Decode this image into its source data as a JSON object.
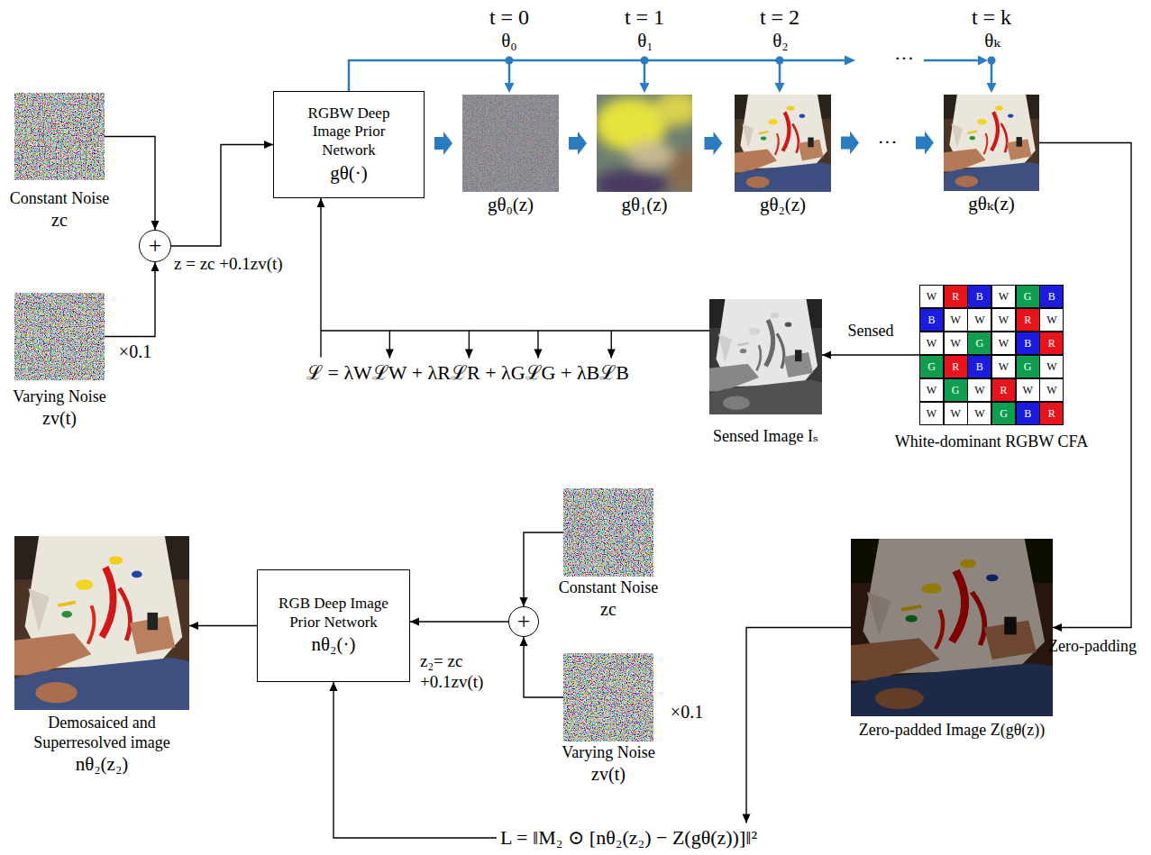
{
  "diagram": {
    "nodes": [
      {
        "text": [
          "Constant Noise",
          "zc"
        ]
      },
      {
        "text": [
          "+"
        ]
      },
      {
        "text": [
          "Varying Noise",
          "zv(t)"
        ]
      },
      {
        "text": [
          "RGBW Deep Image Prior Network",
          "gθ(·)"
        ]
      },
      {
        "text": [
          "gθ₀(z)"
        ]
      },
      {
        "text": [
          "gθ₁(z)"
        ]
      },
      {
        "text": [
          "gθ₂(z)"
        ]
      },
      {
        "text": [
          "gθₖ(z)"
        ]
      },
      {
        "text": [
          "Sensed Image Iₛ"
        ]
      },
      {
        "text": [
          "White-dominant RGBW CFA"
        ]
      },
      {
        "text": [
          "Zero-padded Image Z(gθ(z))"
        ]
      },
      {
        "text": [
          "Constant Noise",
          "zc"
        ]
      },
      {
        "text": [
          "+"
        ]
      },
      {
        "text": [
          "RGB Deep Image Prior Network",
          "nθ₂(·)"
        ]
      },
      {
        "text": [
          "Demosaiced and Superresolved image",
          "nθ₂(z₂)"
        ]
      },
      {
        "text": [
          "Varying Noise",
          "zv(t)"
        ]
      }
    ],
    "edges": [
      {
        "from": 0,
        "to": 1,
        "arrow": "to"
      },
      {
        "from": 2,
        "to": 1,
        "arrow": "to"
      },
      {
        "from": 1,
        "to": 3,
        "arrow": "to"
      },
      {
        "from": 3,
        "to": 4,
        "arrow": "to"
      },
      {
        "from": 4,
        "to": 5,
        "arrow": "to"
      },
      {
        "from": 5,
        "to": 6,
        "arrow": "to"
      },
      {
        "from": 6,
        "to": 7,
        "label": "···",
        "arrow": "to"
      },
      {
        "from": 7,
        "to": 10,
        "arrow": "to"
      },
      {
        "from": 9,
        "to": 8,
        "label": "Sensed",
        "arrow": "to"
      },
      {
        "from": 11,
        "to": 12,
        "arrow": "to"
      },
      {
        "from": 15,
        "to": 12,
        "arrow": "to"
      },
      {
        "from": 12,
        "to": 13,
        "arrow": "to"
      },
      {
        "from": 13,
        "to": 14,
        "arrow": "to"
      }
    ],
    "labels": [
      "t = 0",
      "t = 1",
      "t = 2",
      "t = k",
      "θ₀",
      "θ₁",
      "θ₂",
      "θₖ",
      "···",
      "×0.1",
      "z = zc +0.1zv(t)",
      "ℒ = λWℒW + λRℒR + λGℒG + λBℒB",
      "Zero-padding",
      "×0.1",
      "z₂= zc +0.1zv(t)",
      "L = ‖M₂ ⊙ [nθ₂(z₂) − Z(gθ(z))]‖²",
      "W",
      "R",
      "B",
      "W",
      "G",
      "B",
      "B",
      "W",
      "W",
      "W",
      "R",
      "W",
      "W",
      "W",
      "G",
      "W",
      "B",
      "R",
      "G",
      "R",
      "B",
      "W",
      "G",
      "W",
      "W",
      "G",
      "W",
      "R",
      "W",
      "W",
      "W",
      "W",
      "W",
      "G",
      "B",
      "R"
    ]
  }
}
